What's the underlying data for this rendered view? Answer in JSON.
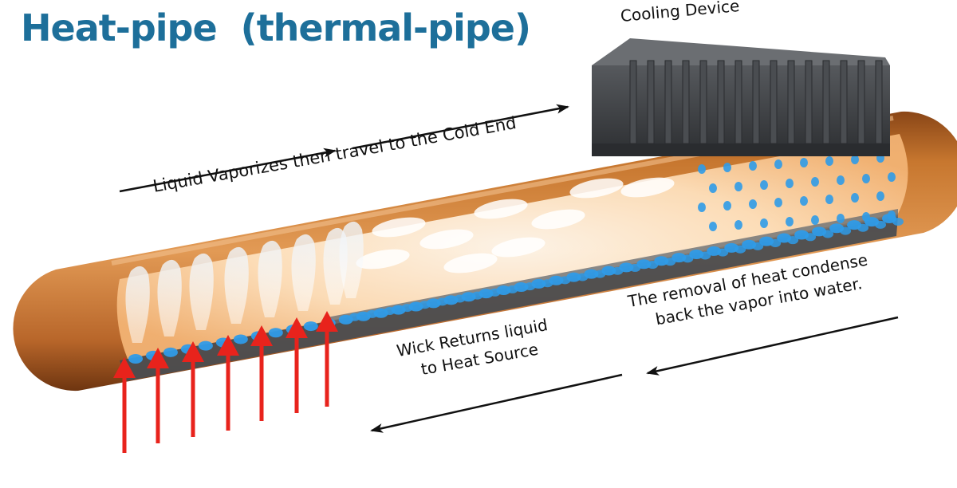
{
  "title": "Heat-pipe  (thermal-pipe)",
  "labels": {
    "cooling_device": "Cooling Device",
    "vaporizes": "Liquid Vaporizes then travel to the Cold End",
    "wick_line1": "Wick Returns liquid",
    "wick_line2": "to Heat Source",
    "removal_line1": "The removal of heat condense",
    "removal_line2": "back the vapor into water."
  },
  "colors": {
    "title": "#1d6f9a",
    "copper": "#b86a2c",
    "glow": "#fff1dd",
    "wick": "#4b4d50",
    "droplet": "#2f9be8",
    "heat_arrow": "#e8231c",
    "heatsink": "#3f4246"
  }
}
